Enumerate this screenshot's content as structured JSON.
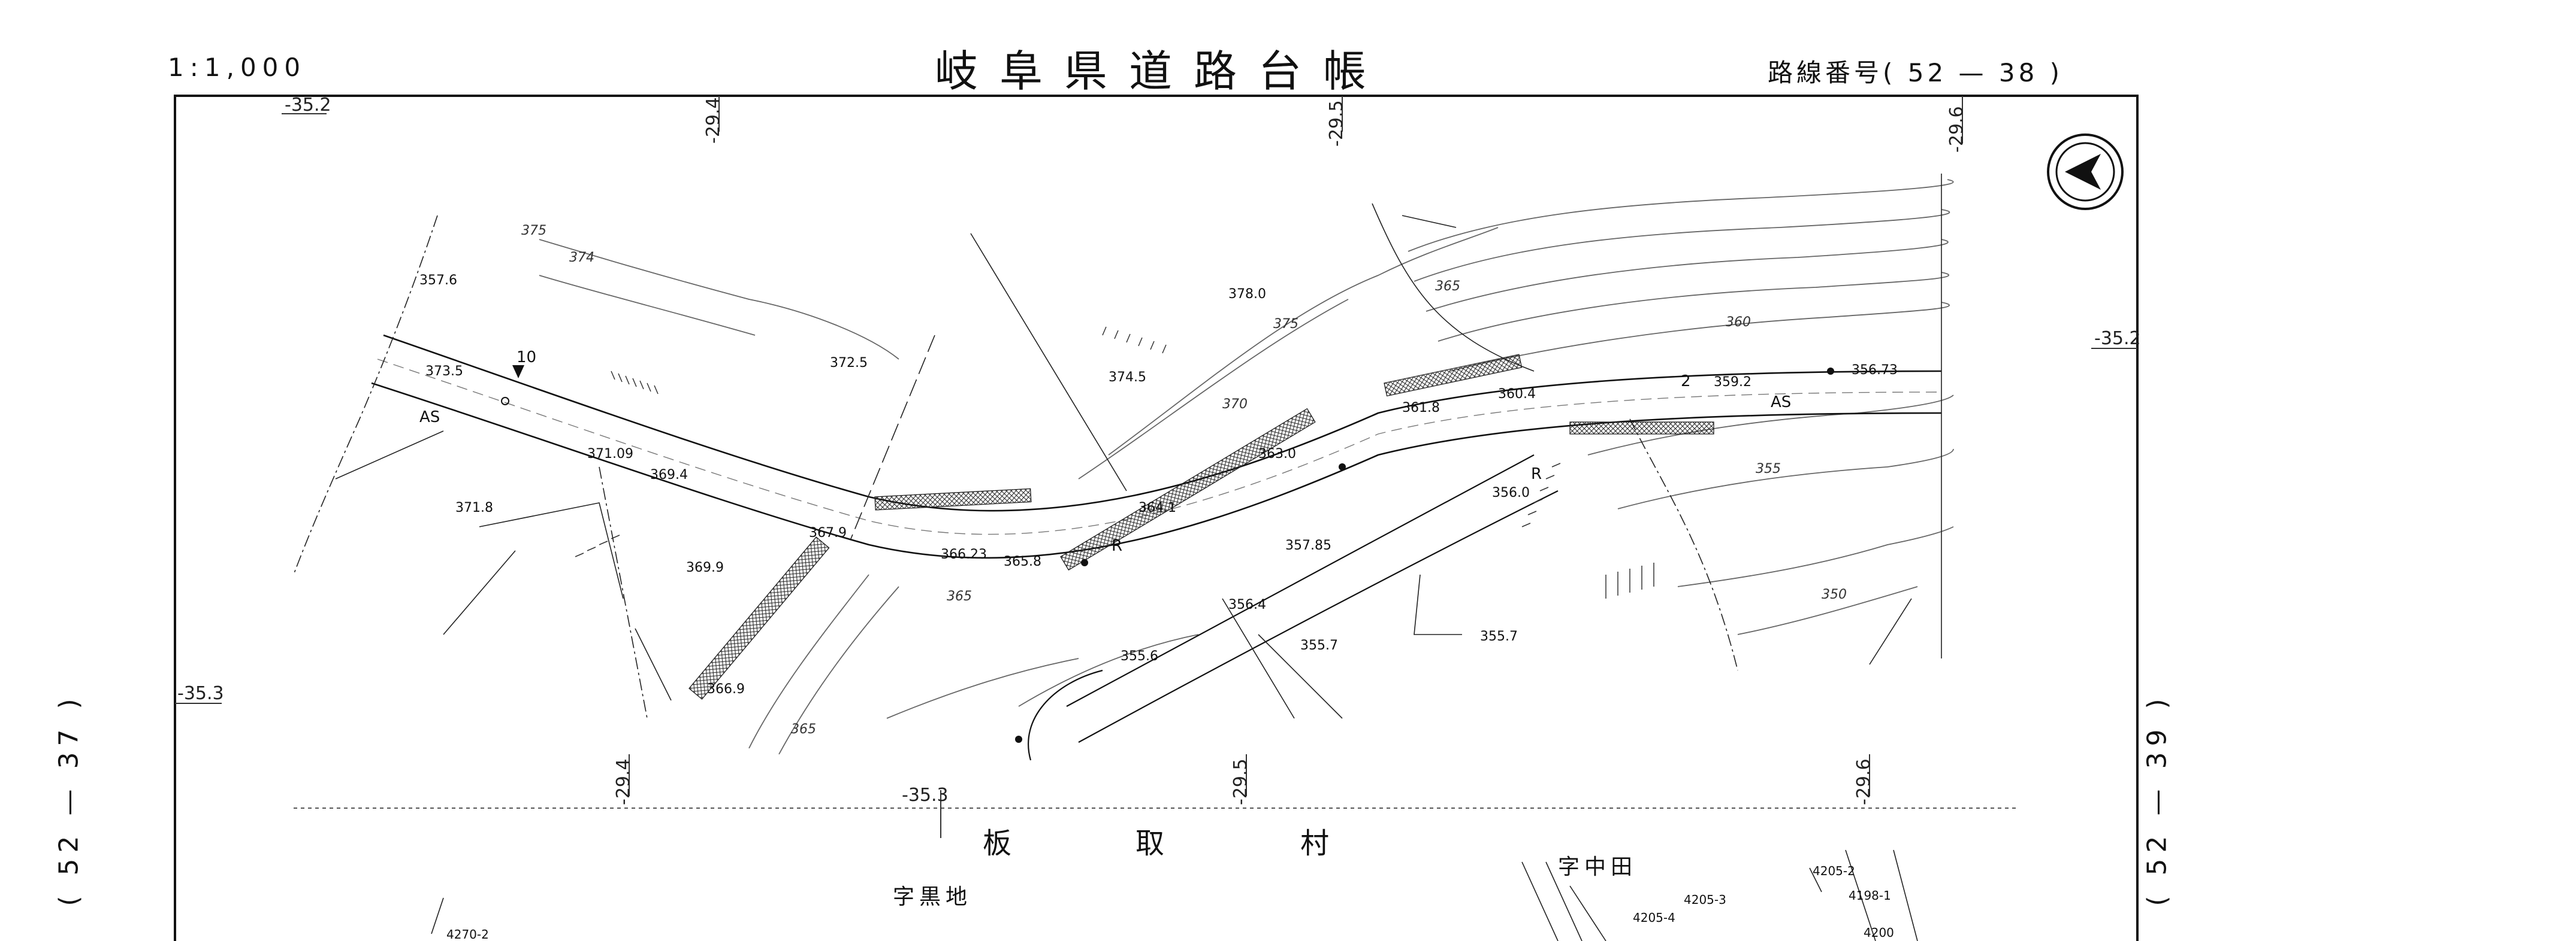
{
  "header": {
    "scale": "1:1,000",
    "title": "岐阜県道路台帳",
    "route_number": "路線番号( 52 — 38 )"
  },
  "adjacent_sheets": {
    "left": "( 52 — 37 )",
    "right": "( 52 — 39 )"
  },
  "place_names": {
    "village": [
      "板",
      "取",
      "村"
    ],
    "area_left": "字黒地",
    "area_right": "字中田"
  },
  "grid_labels": {
    "top": [
      "-35.2",
      "-29.4",
      "-29.5",
      "-29.6"
    ],
    "bottom": [
      "-29.4",
      "-35.3",
      "-29.5",
      "-29.6"
    ],
    "left": "-35.3",
    "right": "-35.2"
  },
  "elevations": [
    "357.6",
    "373.5",
    "371.09",
    "369.4",
    "371.8",
    "369.9",
    "366.9",
    "367.9",
    "372.5",
    "374.5",
    "378.0",
    "366.23",
    "365.8",
    "364.1",
    "363.0",
    "361.8",
    "360.4",
    "359.2",
    "356.73",
    "357.85",
    "356.4",
    "355.7",
    "355.7",
    "355.6",
    "356.0"
  ],
  "contour_labels": [
    "375",
    "374",
    "375",
    "370",
    "365",
    "365",
    "365",
    "360",
    "355",
    "350"
  ],
  "road_marks": [
    "AS",
    "AS",
    "R",
    "R",
    "10",
    "2"
  ],
  "parcel_numbers": [
    "4270-2",
    "4205-2",
    "4198-1",
    "4205-3",
    "4205-4",
    "4200"
  ],
  "north_arrow": "north-arrow-icon"
}
